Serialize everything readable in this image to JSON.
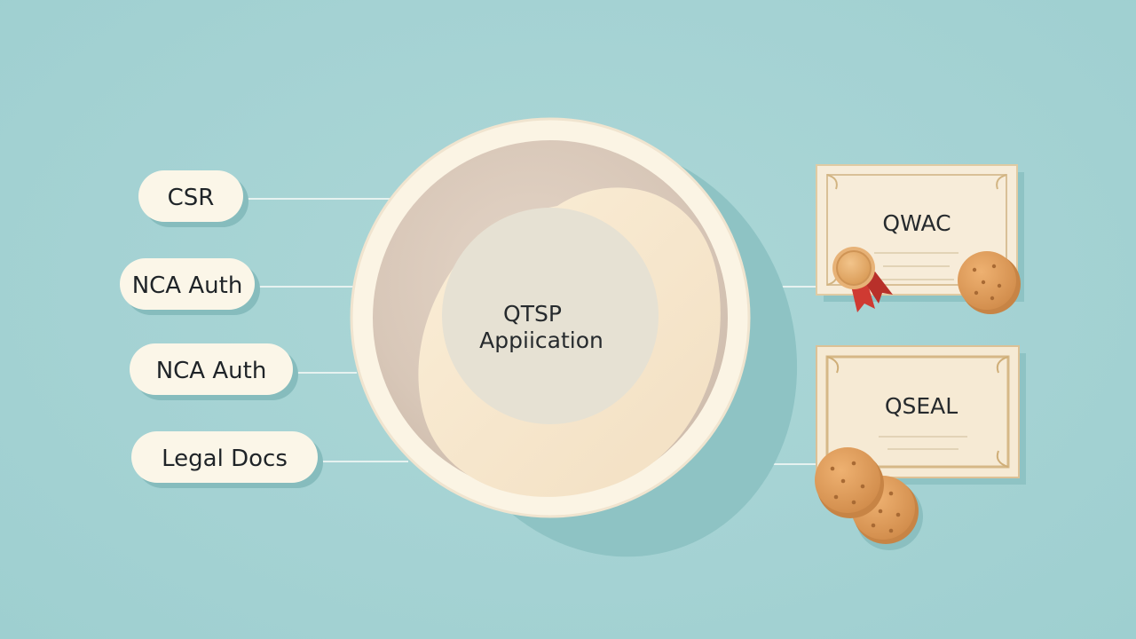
{
  "inputs": [
    {
      "label": "CSR"
    },
    {
      "label": "NCA Auth"
    },
    {
      "label": "NCA Auth"
    },
    {
      "label": "Legal Docs"
    }
  ],
  "center": {
    "line1": "QTSP",
    "line2": "Appiication"
  },
  "outputs": [
    {
      "label": "QWAC"
    },
    {
      "label": "QSEAL"
    }
  ],
  "colors": {
    "background": "#a5d3d4",
    "pill": "#fbf6e8",
    "pill_shadow": "#7fb6b7",
    "bowl_rim": "#fbf3e3",
    "bowl_inner": "#d9c9bb",
    "bowl_cream": "#f6e6cb",
    "center_disc": "#e6e1d4",
    "connector": "#e8f3f1",
    "certificate": "#f7ecd9",
    "certificate_border": "#d9bf8e",
    "cookie": "#e2a15e",
    "ribbon": "#cf3a32"
  },
  "icons": [
    "seal-icon",
    "ribbon-icon",
    "cookie-icon"
  ]
}
